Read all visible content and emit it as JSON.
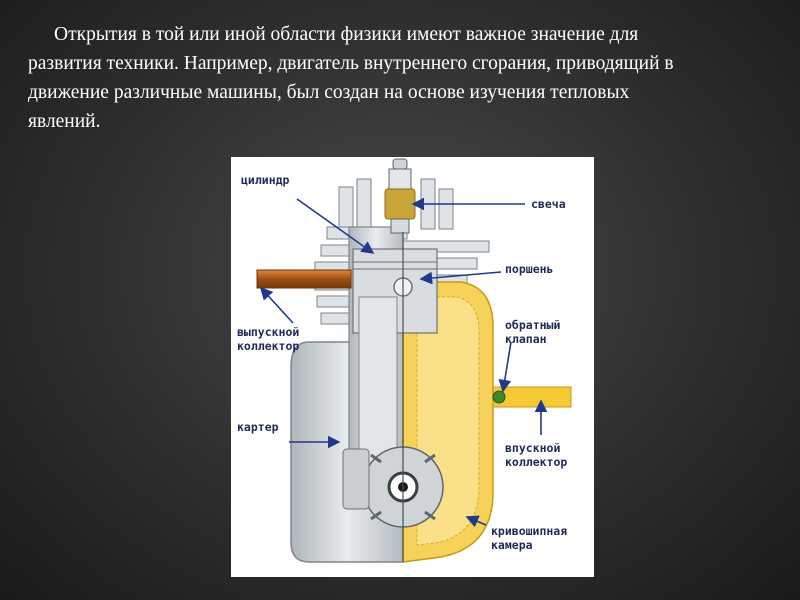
{
  "slide": {
    "text_lines": [
      "Открытия  в той  или иной  области физики имеют важное значение для",
      "развития техники. Например, двигатель внутреннего сгорания, приводящий в",
      "движение различные машины, был создан на основе изучения тепловых",
      "явлений."
    ]
  },
  "diagram": {
    "labels": {
      "cylinder": "цилиндр",
      "spark_plug": "свеча",
      "piston": "поршень",
      "exhaust_1": "выпускной",
      "exhaust_2": "коллектор",
      "check_valve_1": "обратный",
      "check_valve_2": "клапан",
      "crankcase": "картер",
      "intake_1": "впускной",
      "intake_2": "коллектор",
      "crank_chamber_1": "кривошипная",
      "crank_chamber_2": "камера"
    },
    "colors": {
      "arrow": "#1f3a8a",
      "label": "#1e2a5a",
      "metal": "#c9cfd3",
      "chamber": "#f5c431",
      "exhaust_pipe": "#c26a1e",
      "background": "#ffffff"
    }
  }
}
